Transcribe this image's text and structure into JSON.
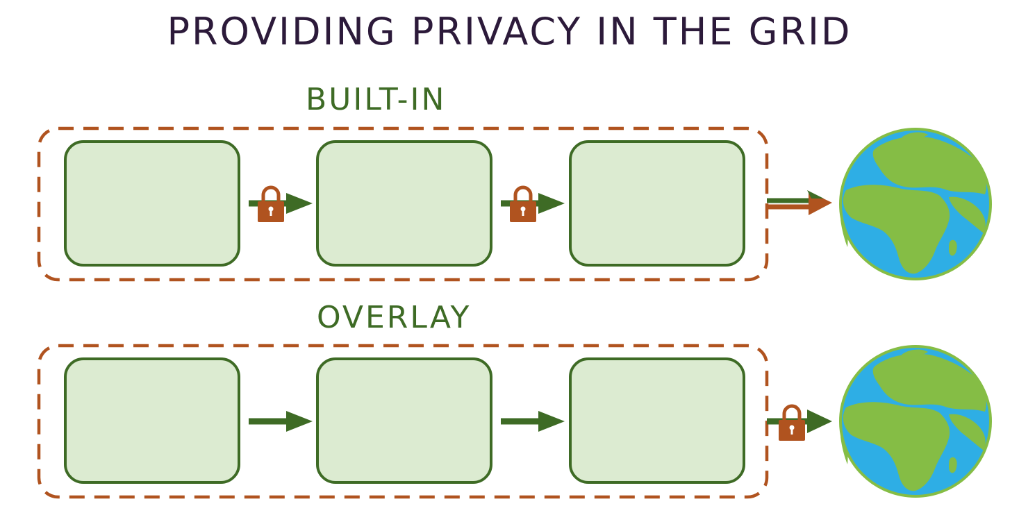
{
  "title": "PROVIDING PRIVACY IN THE GRID",
  "sections": [
    {
      "label": "BUILT-IN",
      "locks": [
        "between-node-1-2",
        "between-node-2-3"
      ]
    },
    {
      "label": "OVERLAY",
      "locks": [
        "before-internet"
      ]
    }
  ],
  "colors": {
    "border_dash": "#b0531f",
    "node_fill": "#dcebd1",
    "node_stroke": "#3e6b25",
    "arrow": "#3e6b25",
    "lock": "#b0531f",
    "ocean": "#2eaee5",
    "land": "#85bd45"
  },
  "icons": [
    "lock-icon",
    "arrow-right-icon",
    "globe-icon"
  ]
}
